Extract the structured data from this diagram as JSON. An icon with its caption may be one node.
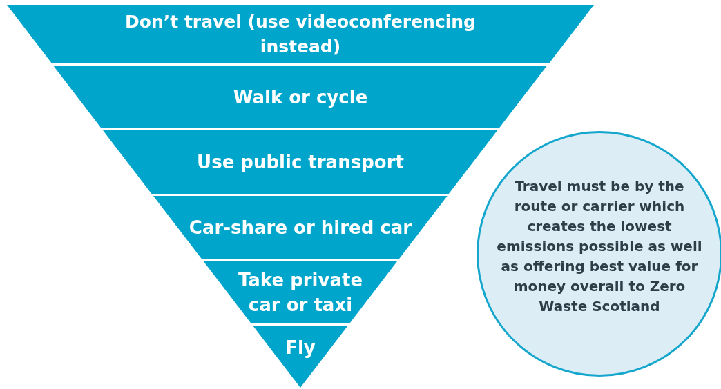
{
  "diagram": {
    "nodes": [
      {
        "text": [
          "Don’t travel (use videoconferencing instead)"
        ]
      },
      {
        "text": [
          "Walk or cycle"
        ]
      },
      {
        "text": [
          "Use public transport"
        ]
      },
      {
        "text": [
          "Car-share or hired car"
        ]
      },
      {
        "text": [
          "Take private car or taxi"
        ]
      },
      {
        "text": [
          "Fly"
        ]
      },
      {
        "text": [
          "Travel must be by the route or carrier which creates the lowest emissions possible as well as offering best value for money overall to Zero Waste Scotland"
        ]
      }
    ]
  }
}
